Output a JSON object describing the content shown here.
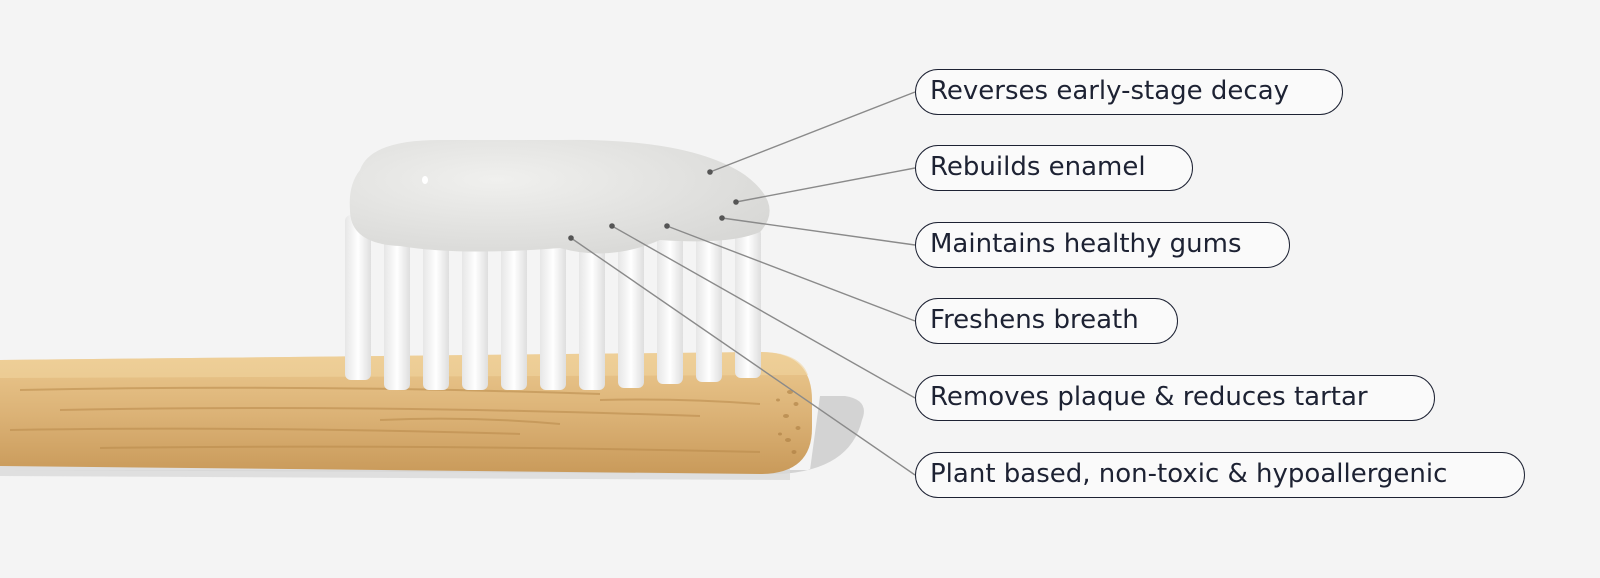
{
  "callouts": [
    "Reverses early-stage decay",
    "Rebuilds enamel",
    "Maintains healthy gums",
    "Freshens breath",
    "Removes plaque & reduces tartar",
    "Plant based, non-toxic & hypoallergenic"
  ],
  "colors": {
    "background": "#f4f4f4",
    "label_text": "#1d2233",
    "bamboo": "#dcb57a",
    "bristles": "#ffffff",
    "toothpaste": "#e2e2e0"
  }
}
